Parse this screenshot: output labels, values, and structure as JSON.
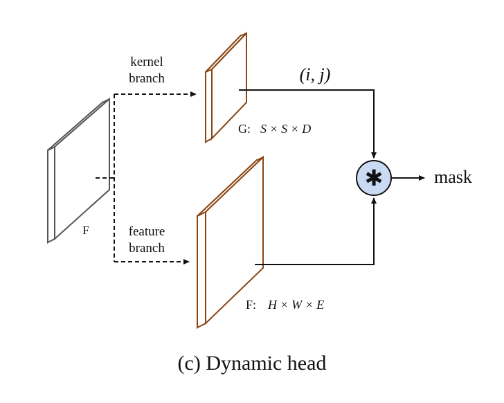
{
  "labels": {
    "input_feature": "F",
    "kernel_branch_line1": "kernel",
    "kernel_branch_line2": "branch",
    "feature_branch_line1": "feature",
    "feature_branch_line2": "branch",
    "position": "(i, j)",
    "kernel_prefix": "G:",
    "kernel_dims": "S × S × D",
    "feature_prefix": "F:",
    "feature_dims": "H × W × E",
    "operator": "✱",
    "output": "mask",
    "caption": "(c) Dynamic head"
  },
  "colors": {
    "input_block": "#555555",
    "branch_block": "#8b4513",
    "operator_fill": "#c9daf2",
    "line": "#111111"
  },
  "icons": {
    "operator": "convolution-asterisk-icon"
  }
}
